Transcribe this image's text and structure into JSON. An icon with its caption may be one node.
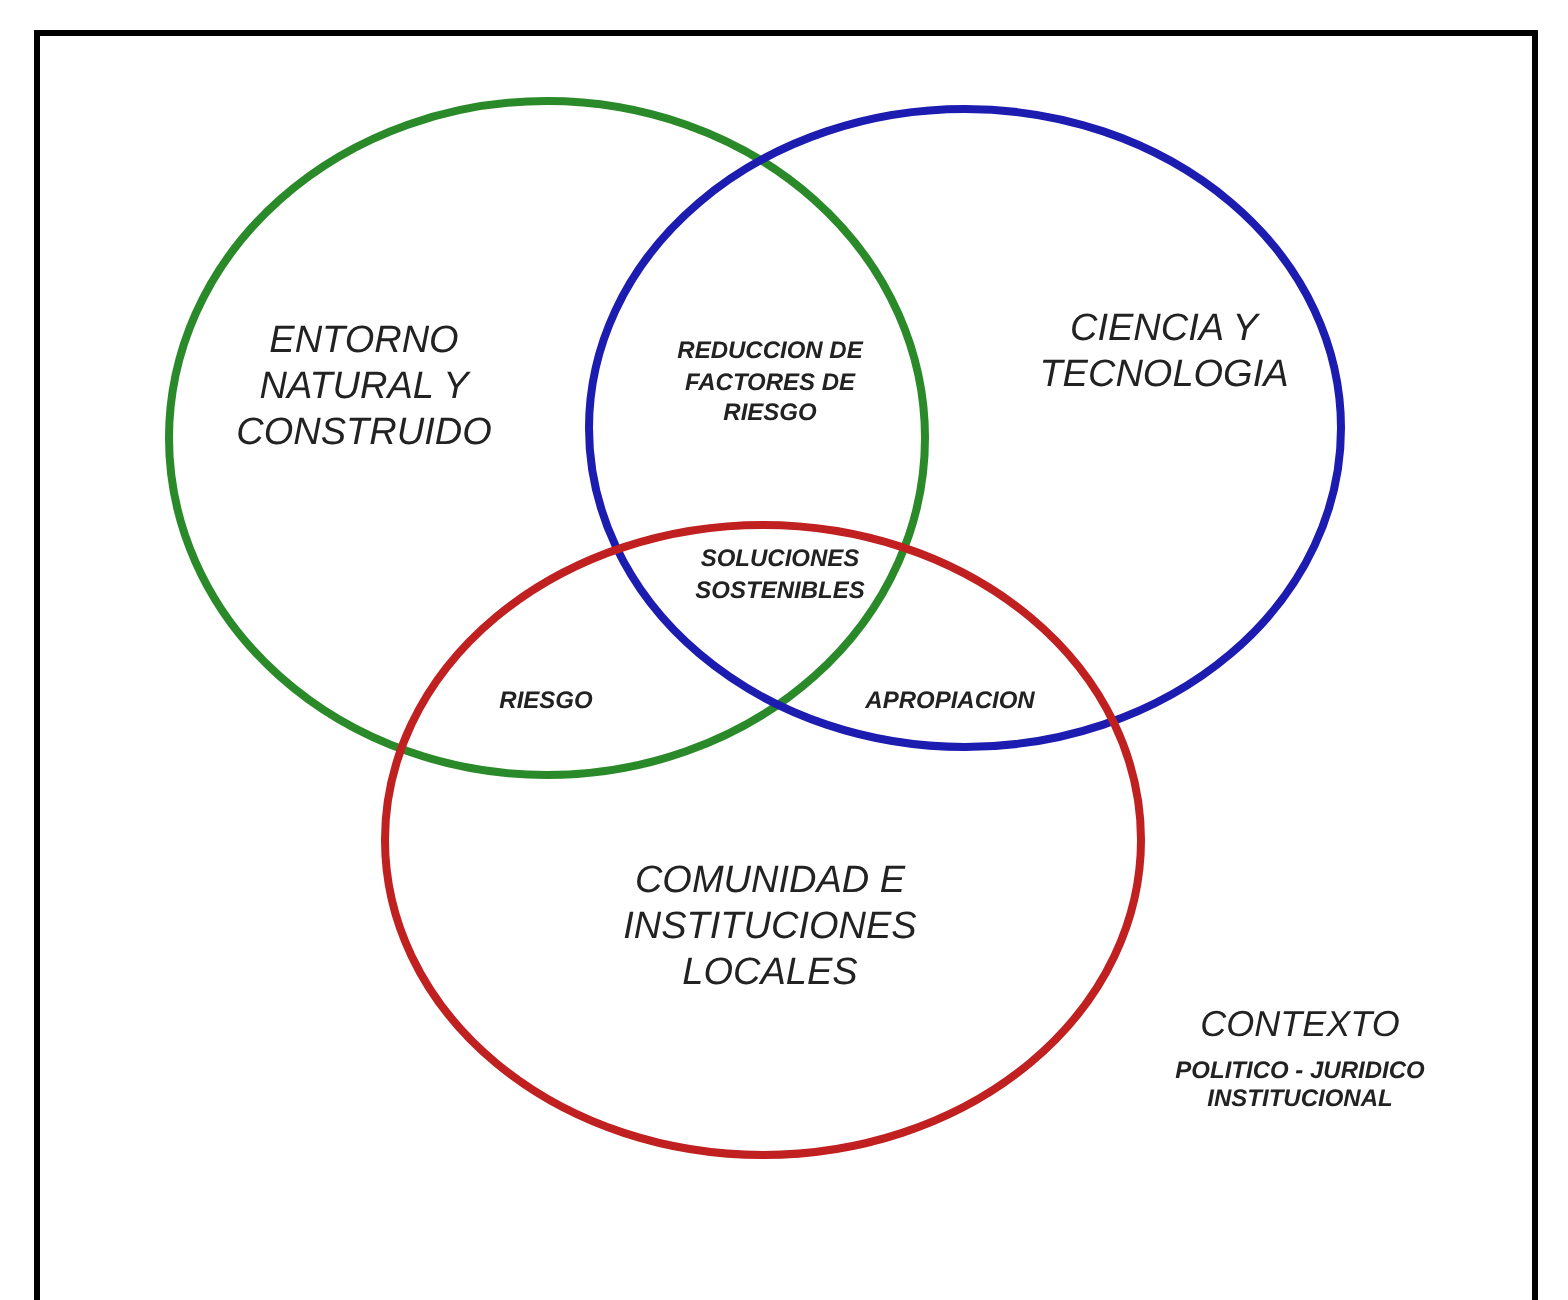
{
  "diagram": {
    "nodes": [
      {
        "text": [
          "CONTEXTO",
          "POLITICO - JURIDICO INSTITUCIONAL"
        ]
      },
      {
        "text": [
          "ENTORNO NATURAL Y CONSTRUIDO"
        ],
        "in": 0
      },
      {
        "text": [
          "CIENCIA Y TECNOLOGIA"
        ],
        "in": 0
      },
      {
        "text": [
          "COMUNIDAD E INSTITUCIONES LOCALES"
        ],
        "in": 0
      }
    ],
    "edges": [],
    "labels": [
      "REDUCCION DE FACTORES DE RIESGO",
      "SOLUCIONES SOSTENIBLES",
      "RIESGO",
      "APROPIACION"
    ]
  }
}
